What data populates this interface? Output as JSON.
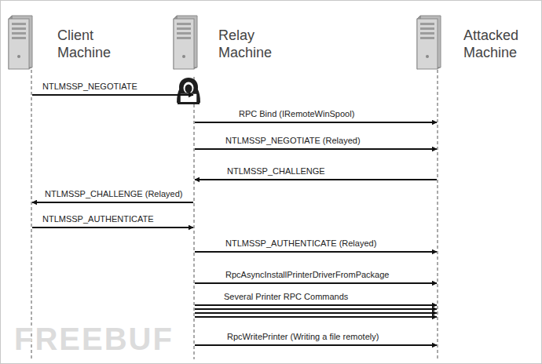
{
  "diagram": {
    "nodes": [
      {
        "text": [
          "Client Machine"
        ]
      },
      {
        "text": [
          "Relay Machine"
        ]
      },
      {
        "text": [
          "Attacked Machine"
        ]
      }
    ],
    "edges": [
      {
        "from": 0,
        "to": 1,
        "label": "NTLMSSP_NEGOTIATE",
        "arrow": "to"
      },
      {
        "from": 1,
        "to": 2,
        "label": "RPC Bind (IRemoteWinSpool)",
        "arrow": "to"
      },
      {
        "from": 1,
        "to": 2,
        "label": "NTLMSSP_NEGOTIATE (Relayed)",
        "arrow": "to"
      },
      {
        "from": 2,
        "to": 1,
        "label": "NTLMSSP_CHALLENGE",
        "arrow": "to"
      },
      {
        "from": 1,
        "to": 0,
        "label": "NTLMSSP_CHALLENGE (Relayed)",
        "arrow": "to"
      },
      {
        "from": 0,
        "to": 1,
        "label": "NTLMSSP_AUTHENTICATE",
        "arrow": "to"
      },
      {
        "from": 1,
        "to": 2,
        "label": "NTLMSSP_AUTHENTICATE (Relayed)",
        "arrow": "to"
      },
      {
        "from": 1,
        "to": 2,
        "label": "RpcAsyncInstallPrinterDriverFromPackage",
        "arrow": "to"
      },
      {
        "from": 1,
        "to": 2,
        "label": "Several Printer RPC Commands",
        "arrow": "to"
      },
      {
        "from": 1,
        "to": 2,
        "arrow": "to"
      },
      {
        "from": 1,
        "to": 2,
        "arrow": "to"
      },
      {
        "from": 1,
        "to": 2,
        "arrow": "to"
      },
      {
        "from": 1,
        "to": 2,
        "label": "RpcWritePrinter (Writing a file remotely)",
        "arrow": "to"
      }
    ],
    "labels": [
      "FREEBUF"
    ]
  }
}
